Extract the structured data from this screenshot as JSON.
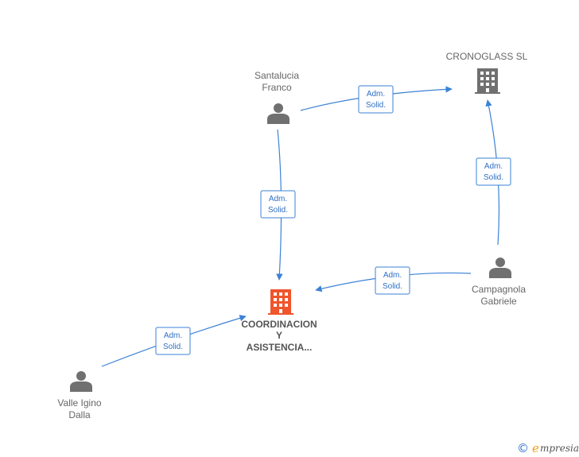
{
  "nodes": [
    {
      "id": "santalucia",
      "type": "person",
      "label_lines": [
        "Santalucia",
        "Franco"
      ]
    },
    {
      "id": "cronoglass",
      "type": "company",
      "label_lines": [
        "CRONOGLASS SL"
      ],
      "color": "#707070"
    },
    {
      "id": "coordinacion",
      "type": "company",
      "label_lines": [
        "COORDINACION",
        "Y",
        "ASISTENCIA..."
      ],
      "color": "#f0552c",
      "main": true
    },
    {
      "id": "campagnola",
      "type": "person",
      "label_lines": [
        "Campagnola",
        "Gabriele"
      ]
    },
    {
      "id": "valle",
      "type": "person",
      "label_lines": [
        "Valle Igino",
        "Dalla"
      ]
    }
  ],
  "edges": [
    {
      "from": "santalucia",
      "to": "cronoglass",
      "label_lines": [
        "Adm.",
        "Solid."
      ]
    },
    {
      "from": "santalucia",
      "to": "coordinacion",
      "label_lines": [
        "Adm.",
        "Solid."
      ]
    },
    {
      "from": "campagnola",
      "to": "cronoglass",
      "label_lines": [
        "Adm.",
        "Solid."
      ]
    },
    {
      "from": "campagnola",
      "to": "coordinacion",
      "label_lines": [
        "Adm.",
        "Solid."
      ]
    },
    {
      "from": "valle",
      "to": "coordinacion",
      "label_lines": [
        "Adm.",
        "Solid."
      ]
    }
  ],
  "colors": {
    "edge": "#3b82d6",
    "person": "#707070"
  },
  "watermark": {
    "copyright": "©",
    "brand_initial": "e",
    "brand_rest": "mpresia"
  }
}
